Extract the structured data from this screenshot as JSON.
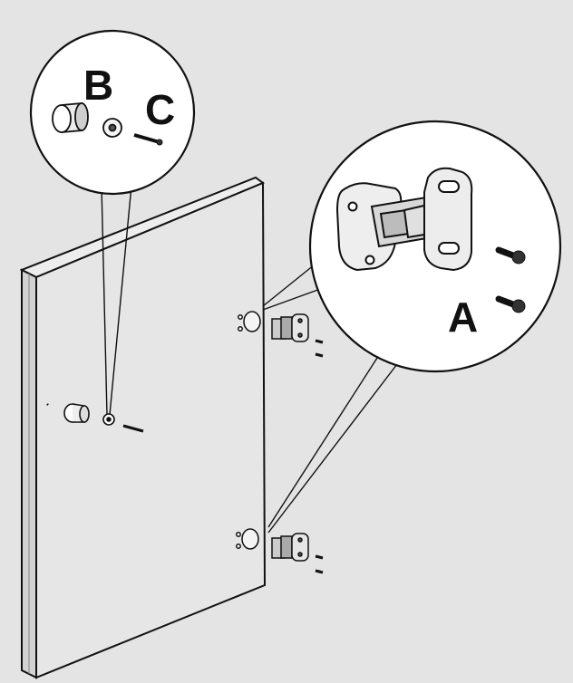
{
  "colors": {
    "background": "#e4e4e4",
    "stroke": "#111111",
    "panel": "#e6e6e6",
    "edge": "#d2d2d2"
  },
  "labels": {
    "part_a": "A",
    "part_b": "B",
    "part_c": "C"
  },
  "icons": [
    "cabinet-door-panel",
    "hinge-icon",
    "screw-icon",
    "dowel-icon",
    "washer-icon",
    "nail-icon",
    "magnifier-circle"
  ]
}
